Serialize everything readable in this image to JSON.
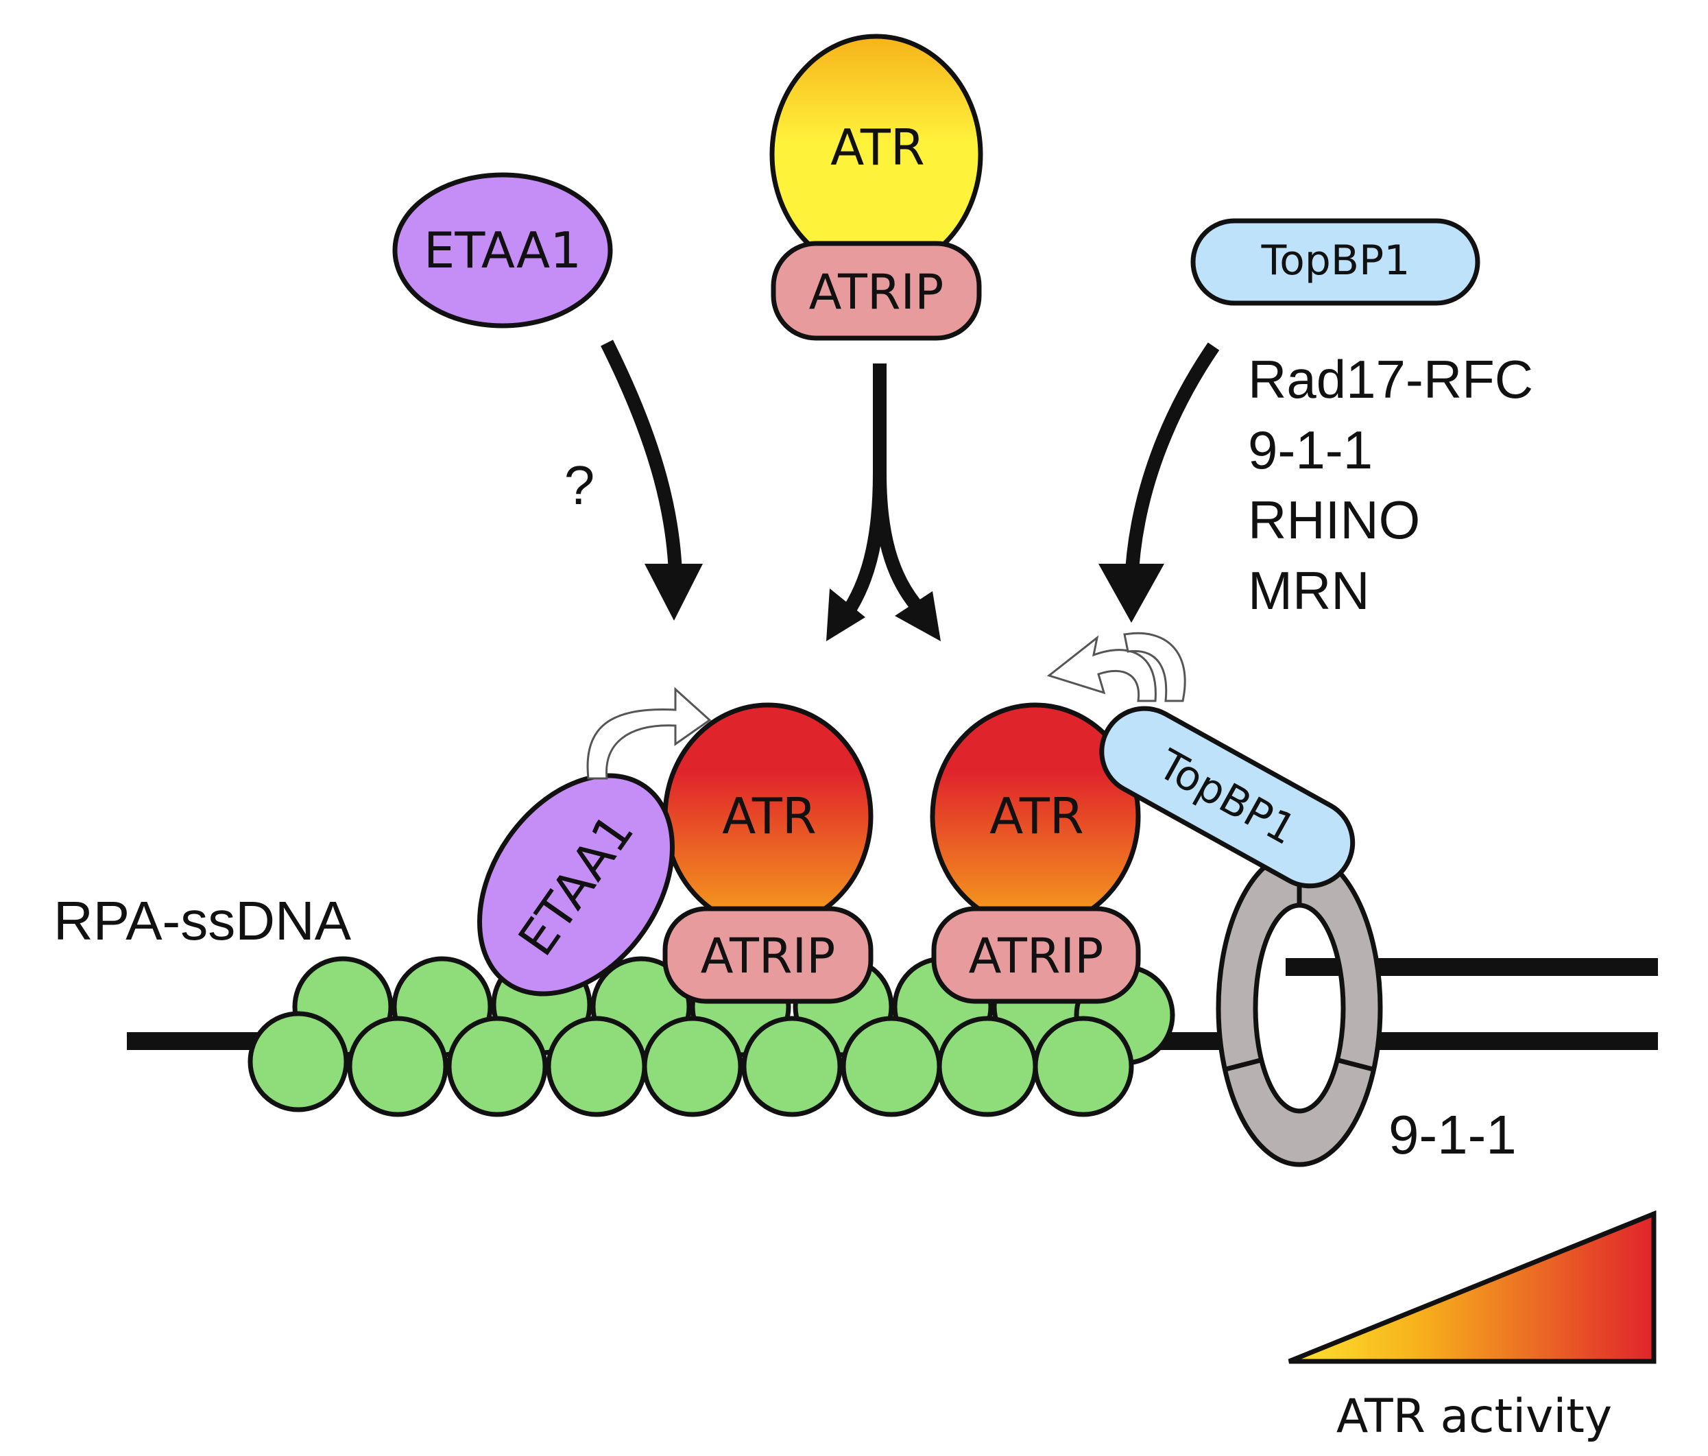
{
  "labels": {
    "etaa1_free": "ETAA1",
    "atr_free": "ATR",
    "atrip_free": "ATRIP",
    "topbp1_free": "TopBP1",
    "question": "?",
    "factors": [
      "Rad17-RFC",
      "9-1-1",
      "RHINO",
      "MRN"
    ],
    "rpa_ssdna": "RPA-ssDNA",
    "etaa1_bound": "ETAA1",
    "atr_left": "ATR",
    "atrip_left": "ATRIP",
    "atr_right": "ATR",
    "atrip_right": "ATRIP",
    "topbp1_bound": "TopBP1",
    "nine_one_one": "9-1-1",
    "activity_caption": "ATR activity"
  },
  "colors": {
    "etaa1": "#c58ef7",
    "atrip": "#e89b9d",
    "atr_inactive_top": "#f6b31a",
    "atr_inactive_bottom": "#fff23b",
    "atr_active_top": "#e0242b",
    "atr_active_bottom": "#f6a21d",
    "topbp1": "#bde2f9",
    "rpa": "#8fdc7a",
    "clamp": "#b7b1b1",
    "outline": "#111111"
  }
}
